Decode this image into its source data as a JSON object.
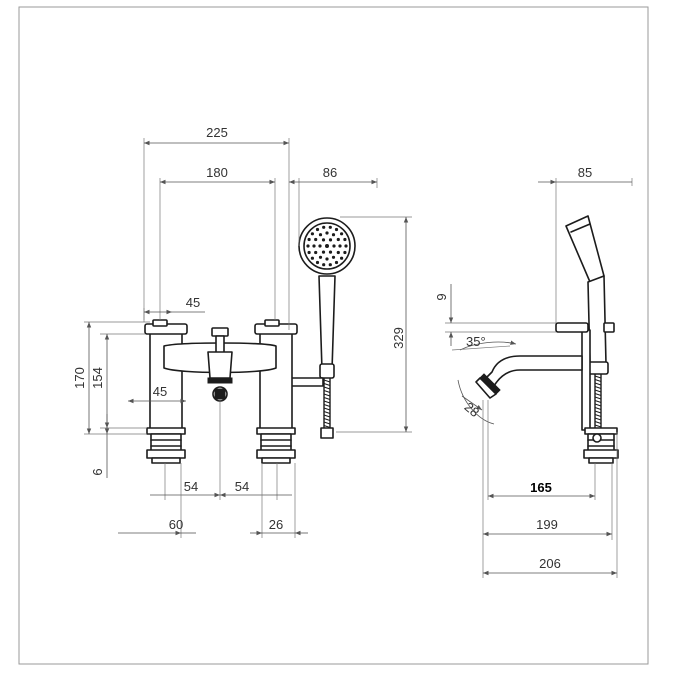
{
  "front_view": {
    "dimensions": {
      "overall_width": "225",
      "handle_centers": "180",
      "handset_width": "86",
      "handle_width": "45",
      "spout_width": "45",
      "total_height": "170",
      "body_height": "154",
      "base_height": "6",
      "handset_height": "329",
      "left_offset": "54",
      "right_offset": "54",
      "left_base": "60",
      "right_base": "26"
    }
  },
  "side_view": {
    "dimensions": {
      "handset_depth": "85",
      "lever_height": "9",
      "spout_angle": "35°",
      "spout_outlet": "28",
      "projection": "165",
      "depth_to_spout": "199",
      "overall_depth": "206"
    }
  },
  "colors": {
    "line": "#1c1c1c",
    "dimension": "#555555",
    "border": "#9a9a9a"
  }
}
